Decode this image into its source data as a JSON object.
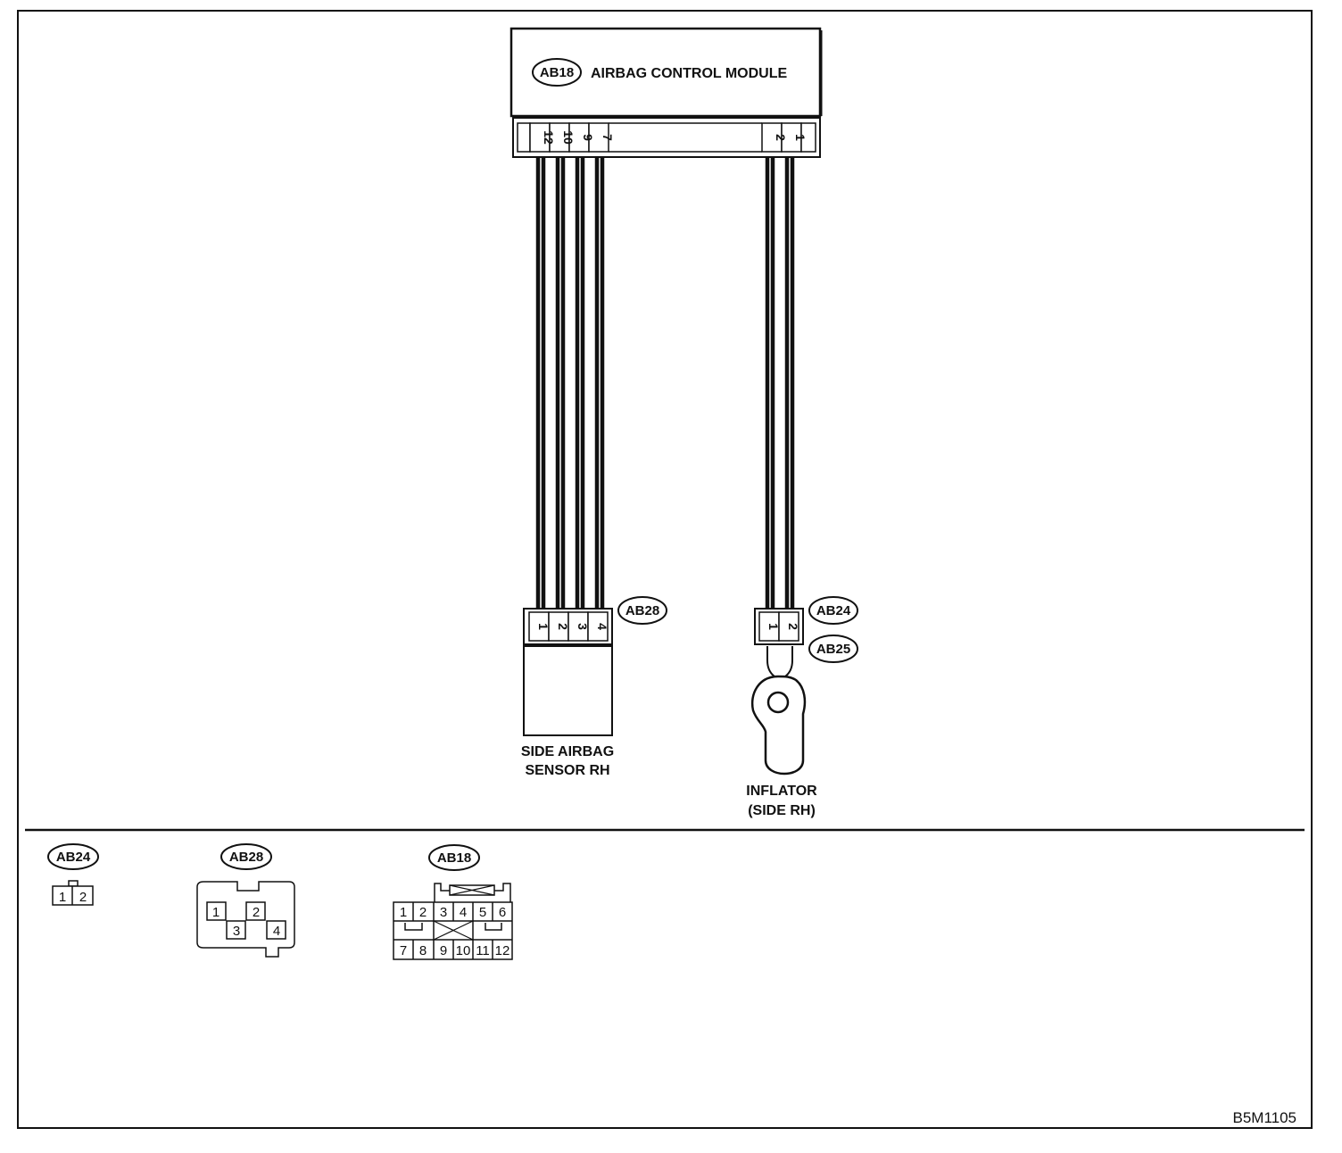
{
  "module": {
    "code": "AB18",
    "name": "AIRBAG CONTROL MODULE",
    "pins_left": [
      "12",
      "10",
      "9",
      "7"
    ],
    "pins_right": [
      "2",
      "1"
    ]
  },
  "sensor": {
    "code": "AB28",
    "pins": [
      "1",
      "2",
      "3",
      "4"
    ],
    "label_line1": "SIDE AIRBAG",
    "label_line2": "SENSOR RH"
  },
  "inflator": {
    "code_top": "AB24",
    "code_bottom": "AB25",
    "pins": [
      "1",
      "2"
    ],
    "label_line1": "INFLATOR",
    "label_line2": "(SIDE RH)"
  },
  "connector_views": {
    "ab24": {
      "code": "AB24",
      "pins": [
        "1",
        "2"
      ]
    },
    "ab28": {
      "code": "AB28",
      "pins": [
        "1",
        "2",
        "3",
        "4"
      ]
    },
    "ab18": {
      "code": "AB18",
      "top_pins": [
        "1",
        "2",
        "3",
        "4",
        "5",
        "6"
      ],
      "bottom_pins": [
        "7",
        "8",
        "9",
        "10",
        "11",
        "12"
      ]
    }
  },
  "figure_code": "B5M1105"
}
